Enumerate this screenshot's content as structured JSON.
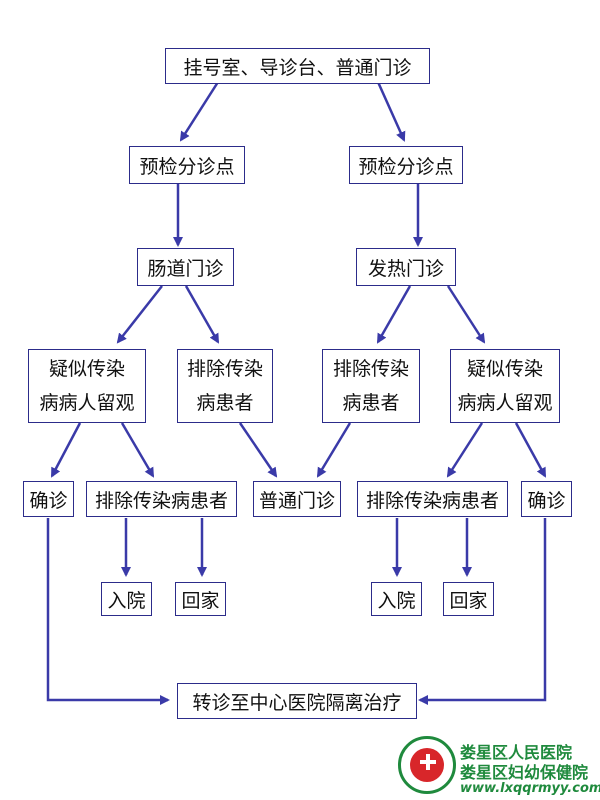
{
  "flowchart": {
    "top": "挂号室、导诊台、普通门诊",
    "left_precheck": "预检分诊点",
    "right_precheck": "预检分诊点",
    "intestinal_clinic": "肠道门诊",
    "fever_clinic": "发热门诊",
    "left_suspected": {
      "line1": "疑似传染",
      "line2": "病病人留观"
    },
    "left_excluded": {
      "line1": "排除传染",
      "line2": "病患者"
    },
    "right_excluded": {
      "line1": "排除传染",
      "line2": "病患者"
    },
    "right_suspected": {
      "line1": "疑似传染",
      "line2": "病病人留观"
    },
    "left_confirmed": "确诊",
    "left_exclude_patient": "排除传染病患者",
    "general_clinic": "普通门诊",
    "right_exclude_patient": "排除传染病患者",
    "right_confirmed": "确诊",
    "left_admit": "入院",
    "left_home": "回家",
    "right_admit": "入院",
    "right_home": "回家",
    "transfer": "转诊至中心医院隔离治疗"
  },
  "watermark": {
    "line1": "娄星区人民医院",
    "line2": "娄星区妇幼保健院",
    "url": "www.lxqqrmyy.com"
  },
  "colors": {
    "arrow": "#3a3aa8",
    "border": "#2c2c8a",
    "logo_green": "#1f8a3d",
    "logo_red": "#d8262a"
  }
}
